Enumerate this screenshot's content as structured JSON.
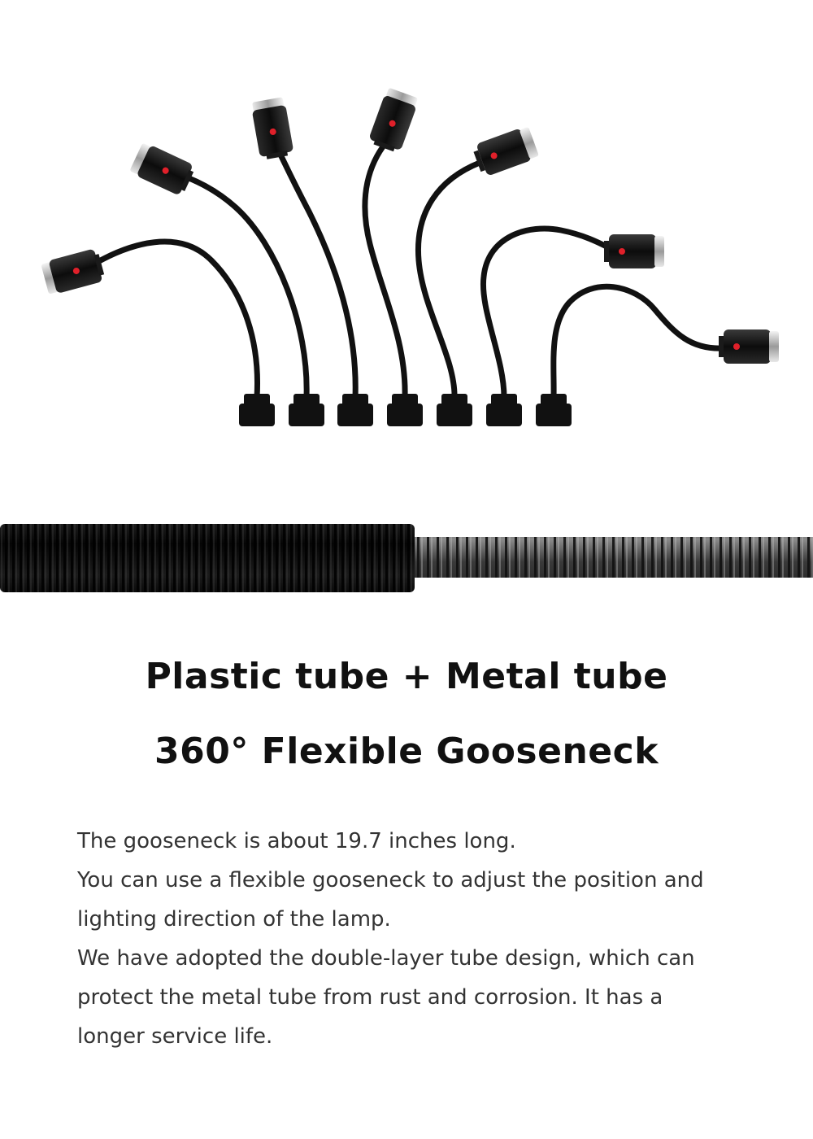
{
  "product_image": {
    "lamp_count": 7,
    "tube_colors": {
      "plastic": "#111111",
      "metal": "#555555",
      "indicator": "#e0202a"
    }
  },
  "headline": {
    "line1": "Plastic tube + Metal tube",
    "line2": "360° Flexible Gooseneck"
  },
  "description": {
    "lines": [
      "The gooseneck is about 19.7 inches long.",
      "You can use a flexible gooseneck to adjust the position and",
      "lighting direction of the lamp.",
      "We have adopted the double-layer tube design, which can",
      "protect the metal tube from rust and corrosion. It has a",
      "longer service life."
    ]
  }
}
